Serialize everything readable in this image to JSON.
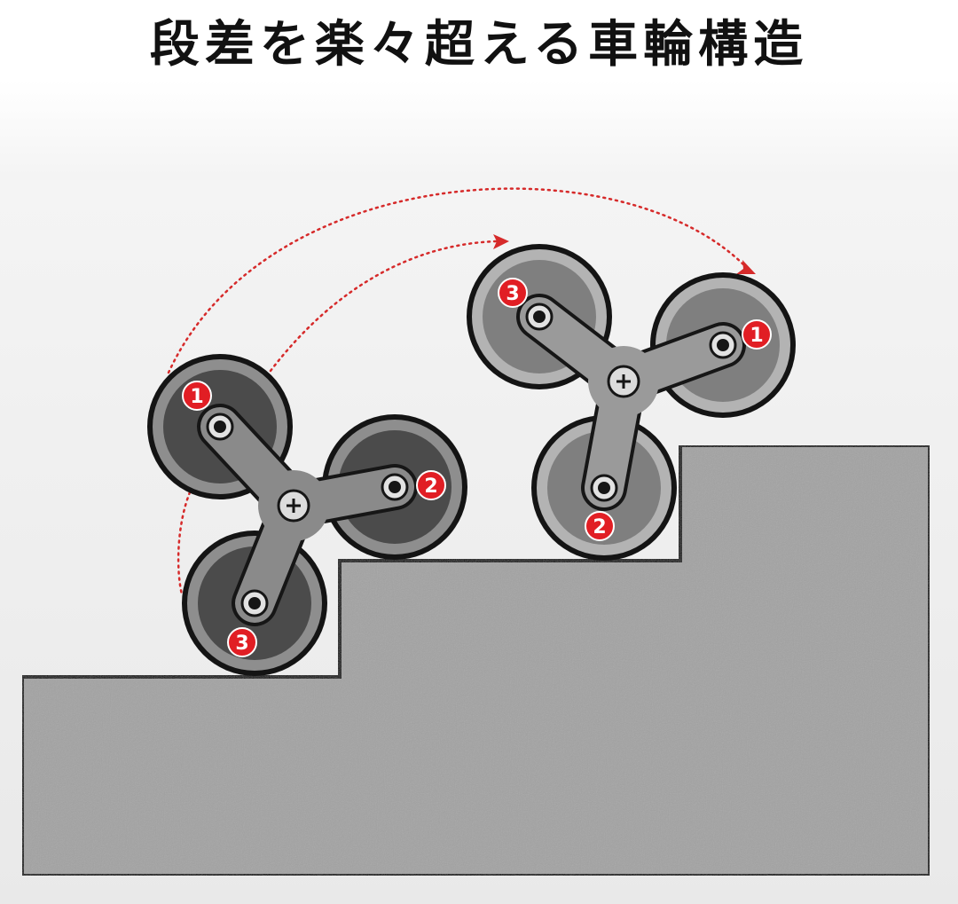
{
  "title": "段差を楽々超える車輪構造",
  "wheel_labels": {
    "one": "1",
    "two": "2",
    "three": "3"
  },
  "colors": {
    "accent": "#e11e24",
    "dark_wheel": "#4b4b4b",
    "light_wheel": "#7f7f7f",
    "stairs": "#a3a3a3",
    "arm": "#8a8a8a"
  },
  "icons": [
    "plus-screw-icon",
    "axle-hole-icon",
    "arrow-head-icon"
  ]
}
